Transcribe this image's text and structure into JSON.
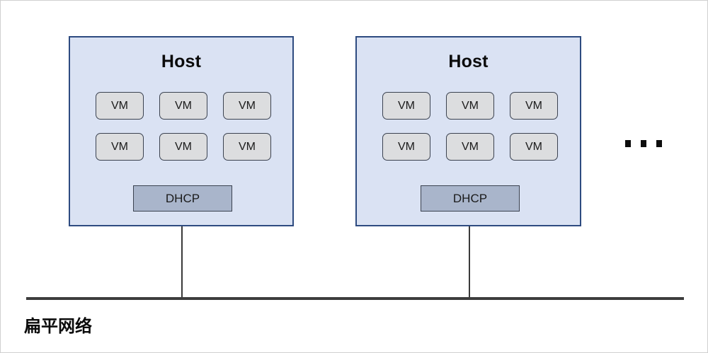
{
  "diagram": {
    "title_text": "扁平网络",
    "colors": {
      "host_fill": "#dae2f3",
      "host_border": "#2e4b80",
      "vm_fill": "#dcdddf",
      "vm_border": "#3b4250",
      "dhcp_fill": "#a9b5cb",
      "line": "#3d3d3d",
      "page_border": "#d0d0d0",
      "background": "#ffffff"
    },
    "hosts": [
      {
        "title": "Host",
        "vms": [
          {
            "label": "VM"
          },
          {
            "label": "VM"
          },
          {
            "label": "VM"
          },
          {
            "label": "VM"
          },
          {
            "label": "VM"
          },
          {
            "label": "VM"
          }
        ],
        "dhcp": {
          "label": "DHCP"
        }
      },
      {
        "title": "Host",
        "vms": [
          {
            "label": "VM"
          },
          {
            "label": "VM"
          },
          {
            "label": "VM"
          },
          {
            "label": "VM"
          },
          {
            "label": "VM"
          },
          {
            "label": "VM"
          }
        ],
        "dhcp": {
          "label": "DHCP"
        }
      }
    ],
    "ellipsis": {
      "name": "more-hosts-ellipsis",
      "dot_count": 3
    },
    "network_bus": {
      "label": "扁平网络"
    }
  }
}
